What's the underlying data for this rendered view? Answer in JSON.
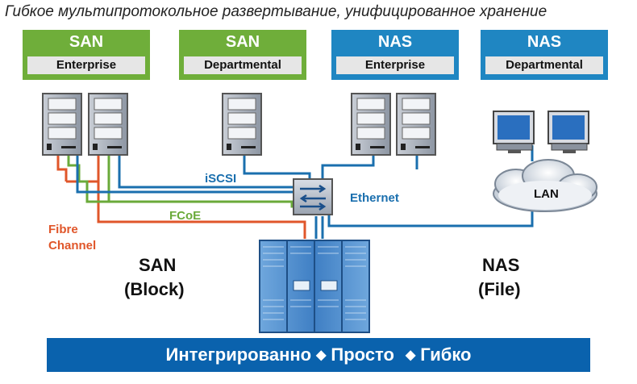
{
  "title": "Гибкое мультипротокольное развертывание, унифицированное хранение",
  "headers": [
    {
      "big": "SAN",
      "sub": "Enterprise",
      "color": "#6fae3a"
    },
    {
      "big": "SAN",
      "sub": "Departmental",
      "color": "#6fae3a"
    },
    {
      "big": "NAS",
      "sub": "Enterprise",
      "color": "#1f86c2"
    },
    {
      "big": "NAS",
      "sub": "Departmental",
      "color": "#1f86c2"
    }
  ],
  "labels": {
    "iscsi": "iSCSI",
    "ethernet": "Ethernet",
    "fcoe": "FCoE",
    "fibre": "Fibre",
    "channel": "Channel",
    "lan": "LAN",
    "san": "SAN",
    "block": "(Block)",
    "nas": "NAS",
    "file": "(File)"
  },
  "footer": {
    "part1": "Интегрированно",
    "part2": "Просто",
    "part3": "Гибко",
    "separator": "◆"
  },
  "colors": {
    "fibre": "#e0562a",
    "fcoe": "#6aaa3a",
    "ethernet": "#1a6fae",
    "footer": "#0a62ad"
  }
}
